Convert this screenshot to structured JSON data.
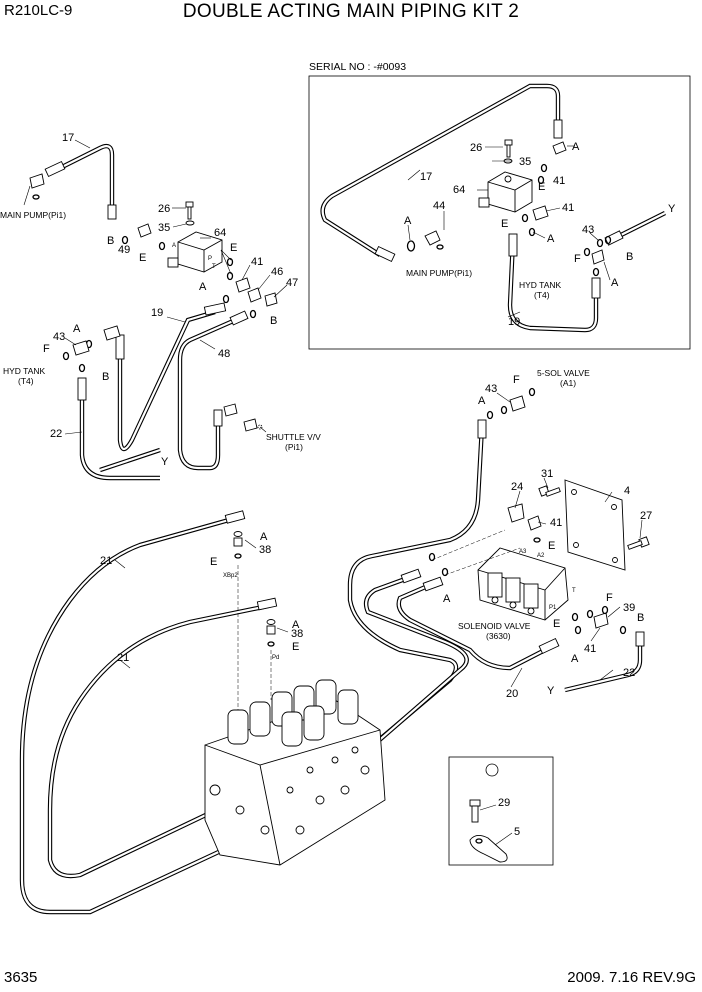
{
  "header": {
    "model": "R210LC-9",
    "title": "DOUBLE ACTING MAIN PIPING KIT 2"
  },
  "footer": {
    "page": "3635",
    "date_rev": "2009. 7.16  REV.9G"
  },
  "inset": {
    "serial": "SERIAL NO : -#0093",
    "parts": [
      "26",
      "35",
      "17",
      "64",
      "41",
      "44",
      "41",
      "43",
      "19"
    ],
    "letters": [
      "A",
      "E",
      "A",
      "E",
      "A",
      "F",
      "B",
      "A",
      "Y"
    ],
    "labels": {
      "main_pump": "MAIN PUMP(Pi1)",
      "hyd_tank_1": "HYD TANK",
      "hyd_tank_2": "(T4)"
    }
  },
  "upper_left": {
    "parts": [
      "17",
      "26",
      "35",
      "64",
      "49",
      "41",
      "46",
      "47",
      "19",
      "48",
      "43",
      "22"
    ],
    "letters": [
      "B",
      "E",
      "E",
      "A",
      "B",
      "A",
      "F",
      "B",
      "Y"
    ],
    "labels": {
      "main_pump": "MAIN PUMP(Pi1)",
      "hyd_tank_1": "HYD TANK",
      "hyd_tank_2": "(T4)",
      "shuttle_1": "SHUTTLE V/V",
      "shuttle_2": "(Pi1)"
    }
  },
  "main": {
    "parts": [
      "43",
      "31",
      "4",
      "24",
      "41",
      "27",
      "21",
      "38",
      "38",
      "21",
      "39",
      "41",
      "22",
      "20"
    ],
    "letters": [
      "A",
      "F",
      "E",
      "A",
      "E",
      "A",
      "E",
      "E",
      "F",
      "B",
      "A",
      "Y"
    ],
    "labels": {
      "sol_valve_1": "5-SOL VALVE",
      "sol_valve_2": "(A1)",
      "solenoid_1": "SOLENOID VALVE",
      "solenoid_2": "(3630)",
      "xbp2": "XBp2",
      "pd": "Pd",
      "a3": "A3",
      "a2": "A2",
      "p1": "P1",
      "t": "T"
    }
  },
  "detail": {
    "parts": [
      "29",
      "5"
    ]
  }
}
